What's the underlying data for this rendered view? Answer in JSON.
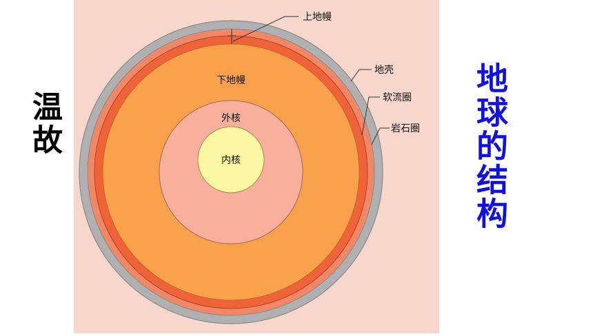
{
  "left_title": "温故",
  "right_title": "地球的结构",
  "diagram": {
    "labels": {
      "upper_mantle": "上地幔",
      "crust": "地壳",
      "asthenosphere": "软流圈",
      "lithosphere": "岩石圈",
      "lower_mantle": "下地幔",
      "outer_core": "外核",
      "inner_core": "内核"
    },
    "colors": {
      "background": "#f7d6cc",
      "crust": "#b0b0b0",
      "upper_mantle": "#ee6438",
      "lower_mantle": "#f9a04a",
      "outer_core": "#f8b09c",
      "inner_core": "#fbf6a2"
    }
  }
}
